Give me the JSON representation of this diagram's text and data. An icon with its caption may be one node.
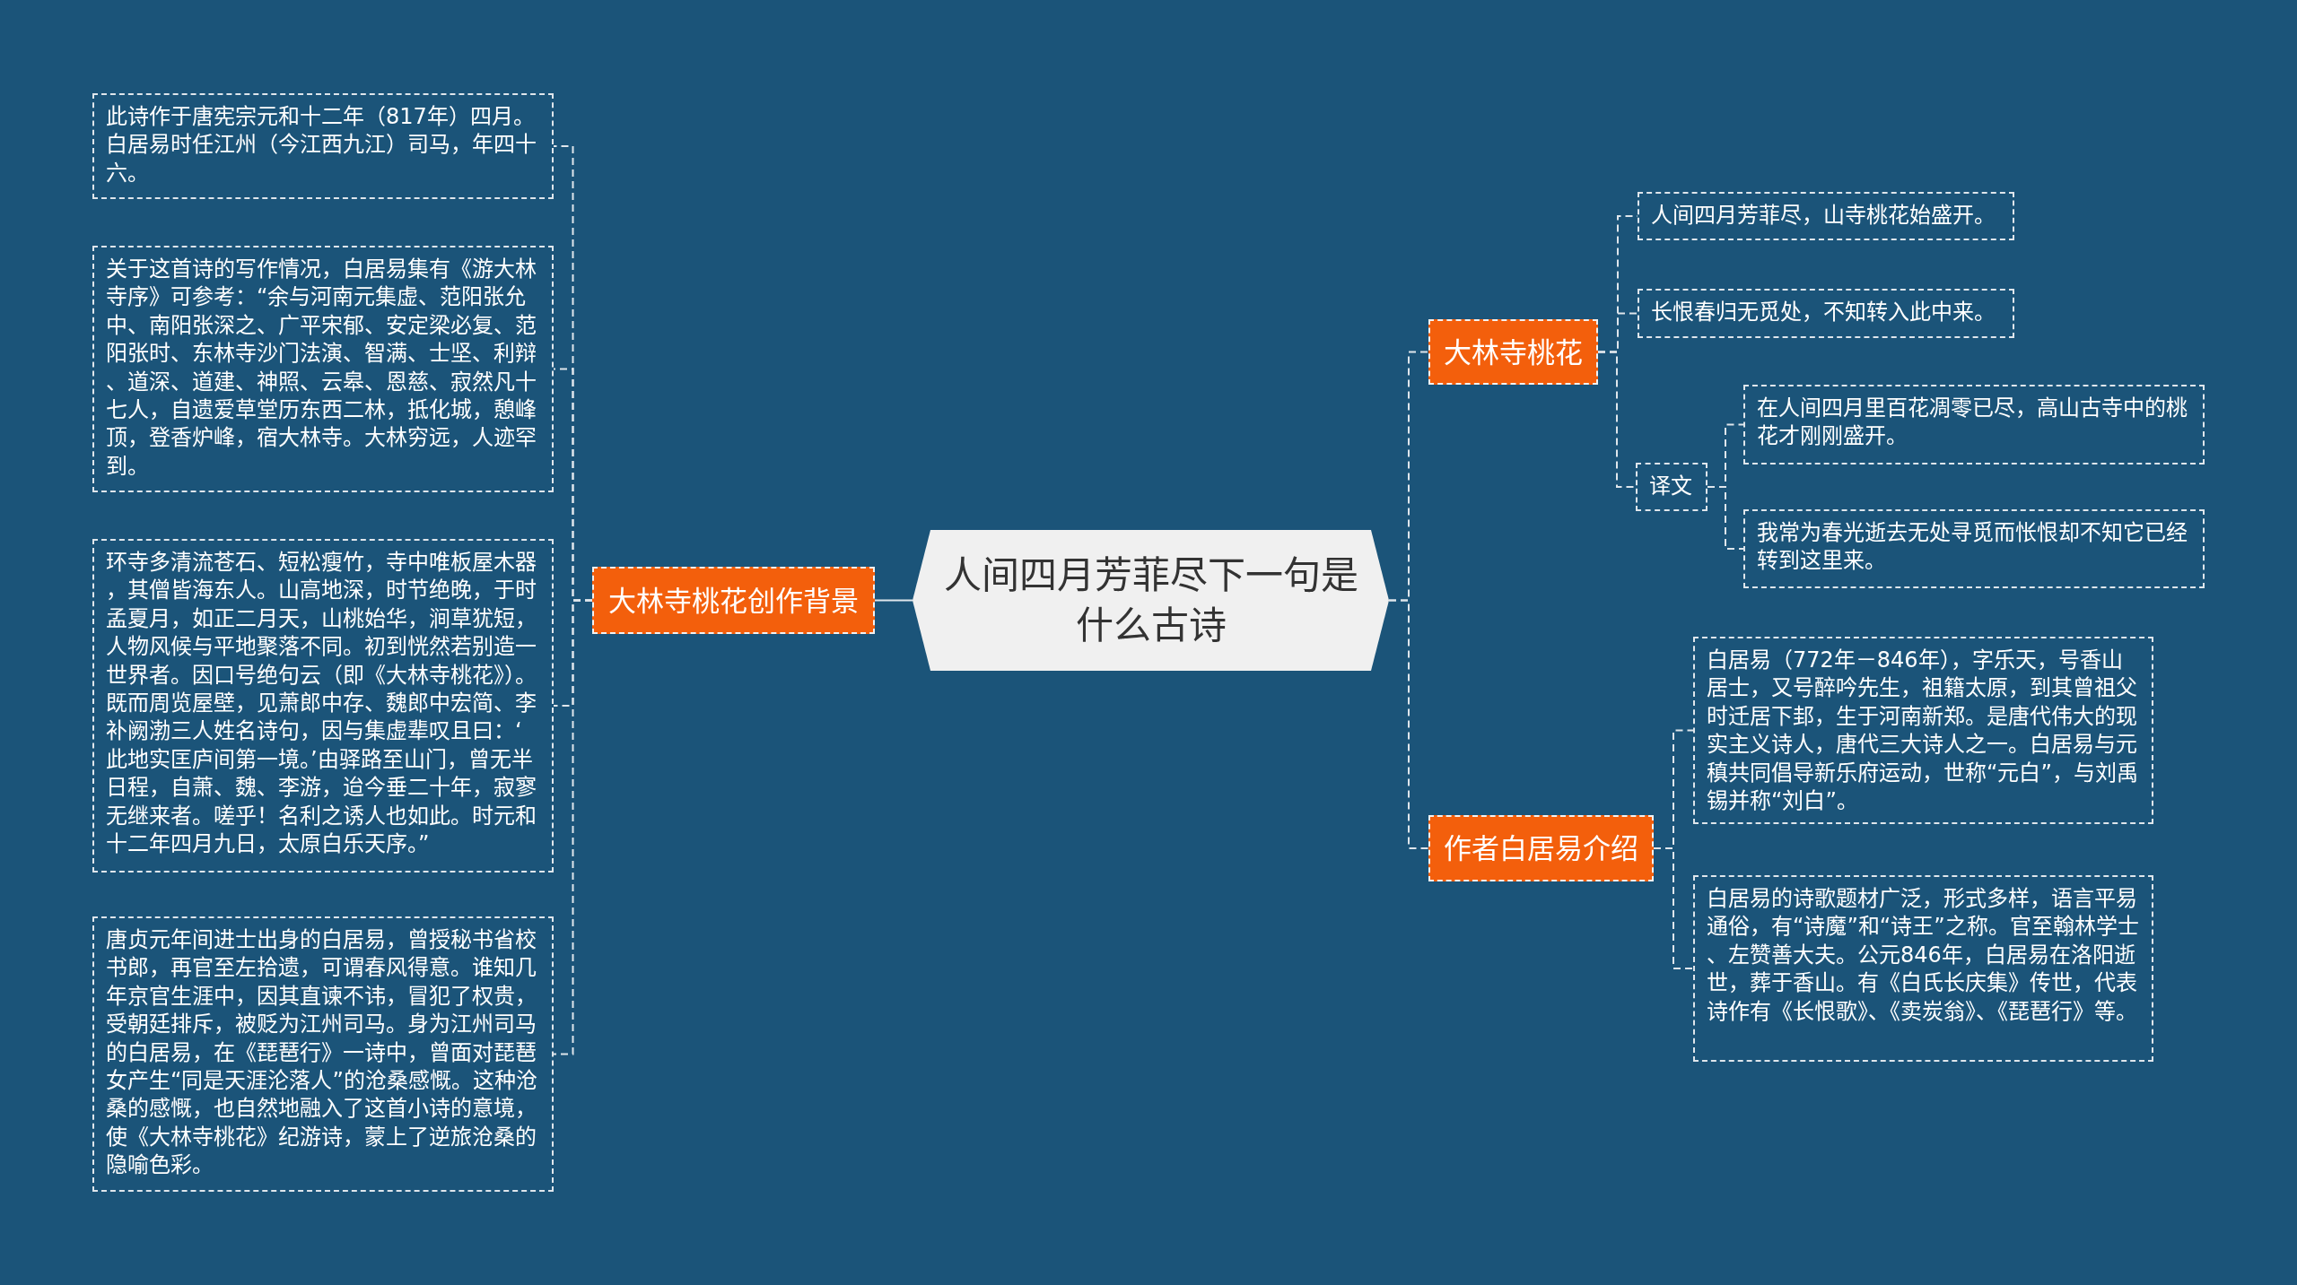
{
  "diagram": {
    "nodes": [
      {
        "text": [
          "人间四月芳菲尽下一句是什么古诗"
        ]
      },
      {
        "text": [
          "大林寺桃花创作背景"
        ]
      },
      {
        "text": [
          "此诗作于唐宪宗元和十二年（817年）四月。白居易时任江州（今江西九江）司马，年四十六。"
        ]
      },
      {
        "text": [
          "关于这首诗的写作情况，白居易集有《游大林寺序》可参考：“余与河南元集虚、范阳张允中、南阳张深之、广平宋郁、安定梁必复、范阳张时、东林寺沙门法演、智满、士坚、利辩、道深、道建、神照、云皋、恩慈、寂然凡十七人，自遗爱草堂历东西二林，抵化城，憩峰顶，登香炉峰，宿大林寺。大林穷远，人迹罕到。"
        ]
      },
      {
        "text": [
          "环寺多清流苍石、短松瘦竹，寺中唯板屋木器，其僧皆海东人。山高地深，时节绝晚，于时孟夏月，如正二月天，山桃始华，涧草犹短，人物风候与平地聚落不同。初到恍然若别造一世界者。因口号绝句云（即《大林寺桃花》）。既而周览屋壁，见萧郎中存、魏郎中宏简、李补阙渤三人姓名诗句，因与集虚辈叹且曰：‘此地实匡庐间第一境。’由驿路至山门，曾无半日程，自萧、魏、李游，迨今垂二十年，寂寥无继来者。嗟乎！名利之诱人也如此。时元和十二年四月九日，太原白乐天序。”"
        ]
      },
      {
        "text": [
          "唐贞元年间进士出身的白居易，曾授秘书省校书郎，再官至左拾遗，可谓春风得意。谁知几年京官生涯中，因其直谏不讳，冒犯了权贵，受朝廷排斥，被贬为江州司马。身为江州司马的白居易，在《琵琶行》一诗中，曾面对琵琶女产生“同是天涯沦落人”的沧桑感慨。这种沧桑的感慨，也自然地融入了这首小诗的意境，使《大林寺桃花》纪游诗，蒙上了逆旅沧桑的隐喻色彩。"
        ]
      },
      {
        "text": [
          "大林寺桃花"
        ]
      },
      {
        "text": [
          "人间四月芳菲尽，山寺桃花始盛开。"
        ]
      },
      {
        "text": [
          "长恨春归无觅处，不知转入此中来。"
        ]
      },
      {
        "text": [
          "译文"
        ]
      },
      {
        "text": [
          "在人间四月里百花凋零已尽，高山古寺中的桃花才刚刚盛开。"
        ]
      },
      {
        "text": [
          "我常为春光逝去无处寻觅而怅恨却不知它已经转到这里来。"
        ]
      },
      {
        "text": [
          "作者白居易介绍"
        ]
      },
      {
        "text": [
          "白居易（772年－846年），字乐天，号香山居士，又号醉吟先生，祖籍太原，到其曾祖父时迁居下邽，生于河南新郑。是唐代伟大的现实主义诗人，唐代三大诗人之一。白居易与元稹共同倡导新乐府运动，世称“元白”，与刘禹锡并称“刘白”。"
        ]
      },
      {
        "text": [
          "白居易的诗歌题材广泛，形式多样，语言平易通俗，有“诗魔”和“诗王”之称。官至翰林学士、左赞善大夫。公元846年，白居易在洛阳逝世，葬于香山。有《白氏长庆集》传世，代表诗作有《长恨歌》、《卖炭翁》、《琵琶行》等。"
        ]
      }
    ],
    "edges": [
      {
        "from": 0,
        "to": 1,
        "arrow": "none"
      },
      {
        "from": 1,
        "to": 2,
        "arrow": "none",
        "style": "dashed"
      },
      {
        "from": 1,
        "to": 3,
        "arrow": "none",
        "style": "dashed"
      },
      {
        "from": 1,
        "to": 4,
        "arrow": "none",
        "style": "dashed"
      },
      {
        "from": 1,
        "to": 5,
        "arrow": "none",
        "style": "dashed"
      },
      {
        "from": 0,
        "to": 6,
        "arrow": "none",
        "style": "dashed"
      },
      {
        "from": 6,
        "to": 7,
        "arrow": "none",
        "style": "dashed"
      },
      {
        "from": 6,
        "to": 8,
        "arrow": "none",
        "style": "dashed"
      },
      {
        "from": 6,
        "to": 9,
        "arrow": "none",
        "style": "dashed"
      },
      {
        "from": 9,
        "to": 10,
        "arrow": "none",
        "style": "dashed"
      },
      {
        "from": 9,
        "to": 11,
        "arrow": "none",
        "style": "dashed"
      },
      {
        "from": 0,
        "to": 12,
        "arrow": "none",
        "style": "dashed"
      },
      {
        "from": 12,
        "to": 13,
        "arrow": "none",
        "style": "dashed"
      },
      {
        "from": 12,
        "to": 14,
        "arrow": "none",
        "style": "dashed"
      }
    ]
  }
}
